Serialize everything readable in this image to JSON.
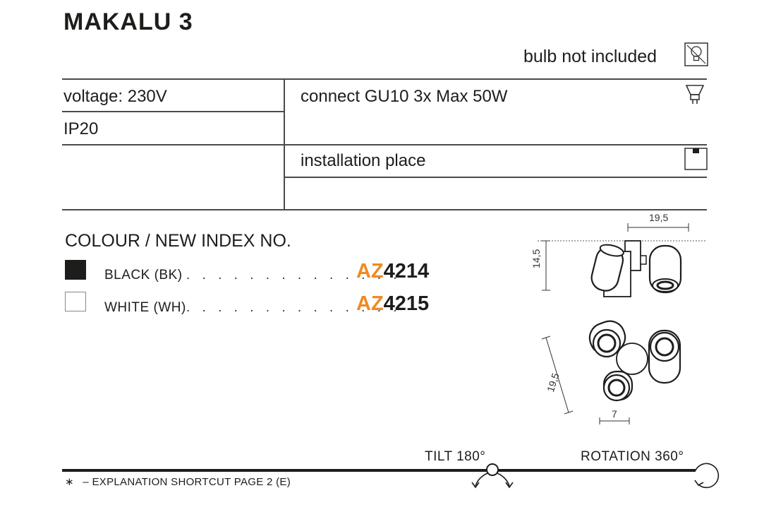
{
  "product": {
    "title": "MAKALU 3",
    "bulb_note": "bulb not included"
  },
  "specs": {
    "voltage": "voltage: 230V",
    "ip": "IP20",
    "connect": "connect GU10 3x Max 50W",
    "installation": "installation place"
  },
  "colours": {
    "heading": "COLOUR / NEW INDEX NO.",
    "items": [
      {
        "name": "BLACK (BK)",
        "dots": ". . . . . . . . . . . . . .",
        "prefix": "AZ",
        "number": "4214",
        "swatch": "#1d1d1b"
      },
      {
        "name": "WHITE (WH)",
        "dots": ". . . . . . . . . . . . . .",
        "prefix": "AZ",
        "number": "4215",
        "swatch": "#ffffff"
      }
    ]
  },
  "dimensions": {
    "top_width": "19,5",
    "side_height": "14,5",
    "diagonal": "19,5",
    "bottom_width": "7"
  },
  "motion": {
    "tilt": "TILT 180°",
    "rotation": "ROTATION 360°"
  },
  "footer": {
    "asterisk": "∗",
    "note": "–  EXPLANATION SHORTCUT PAGE 2 (E)"
  },
  "colors": {
    "accent": "#f08a24",
    "text": "#1d1d1b"
  },
  "icons": [
    "bulb-not-included-icon",
    "gu10-bulb-icon",
    "ceiling-mount-icon",
    "tilt-icon",
    "rotation-icon"
  ]
}
